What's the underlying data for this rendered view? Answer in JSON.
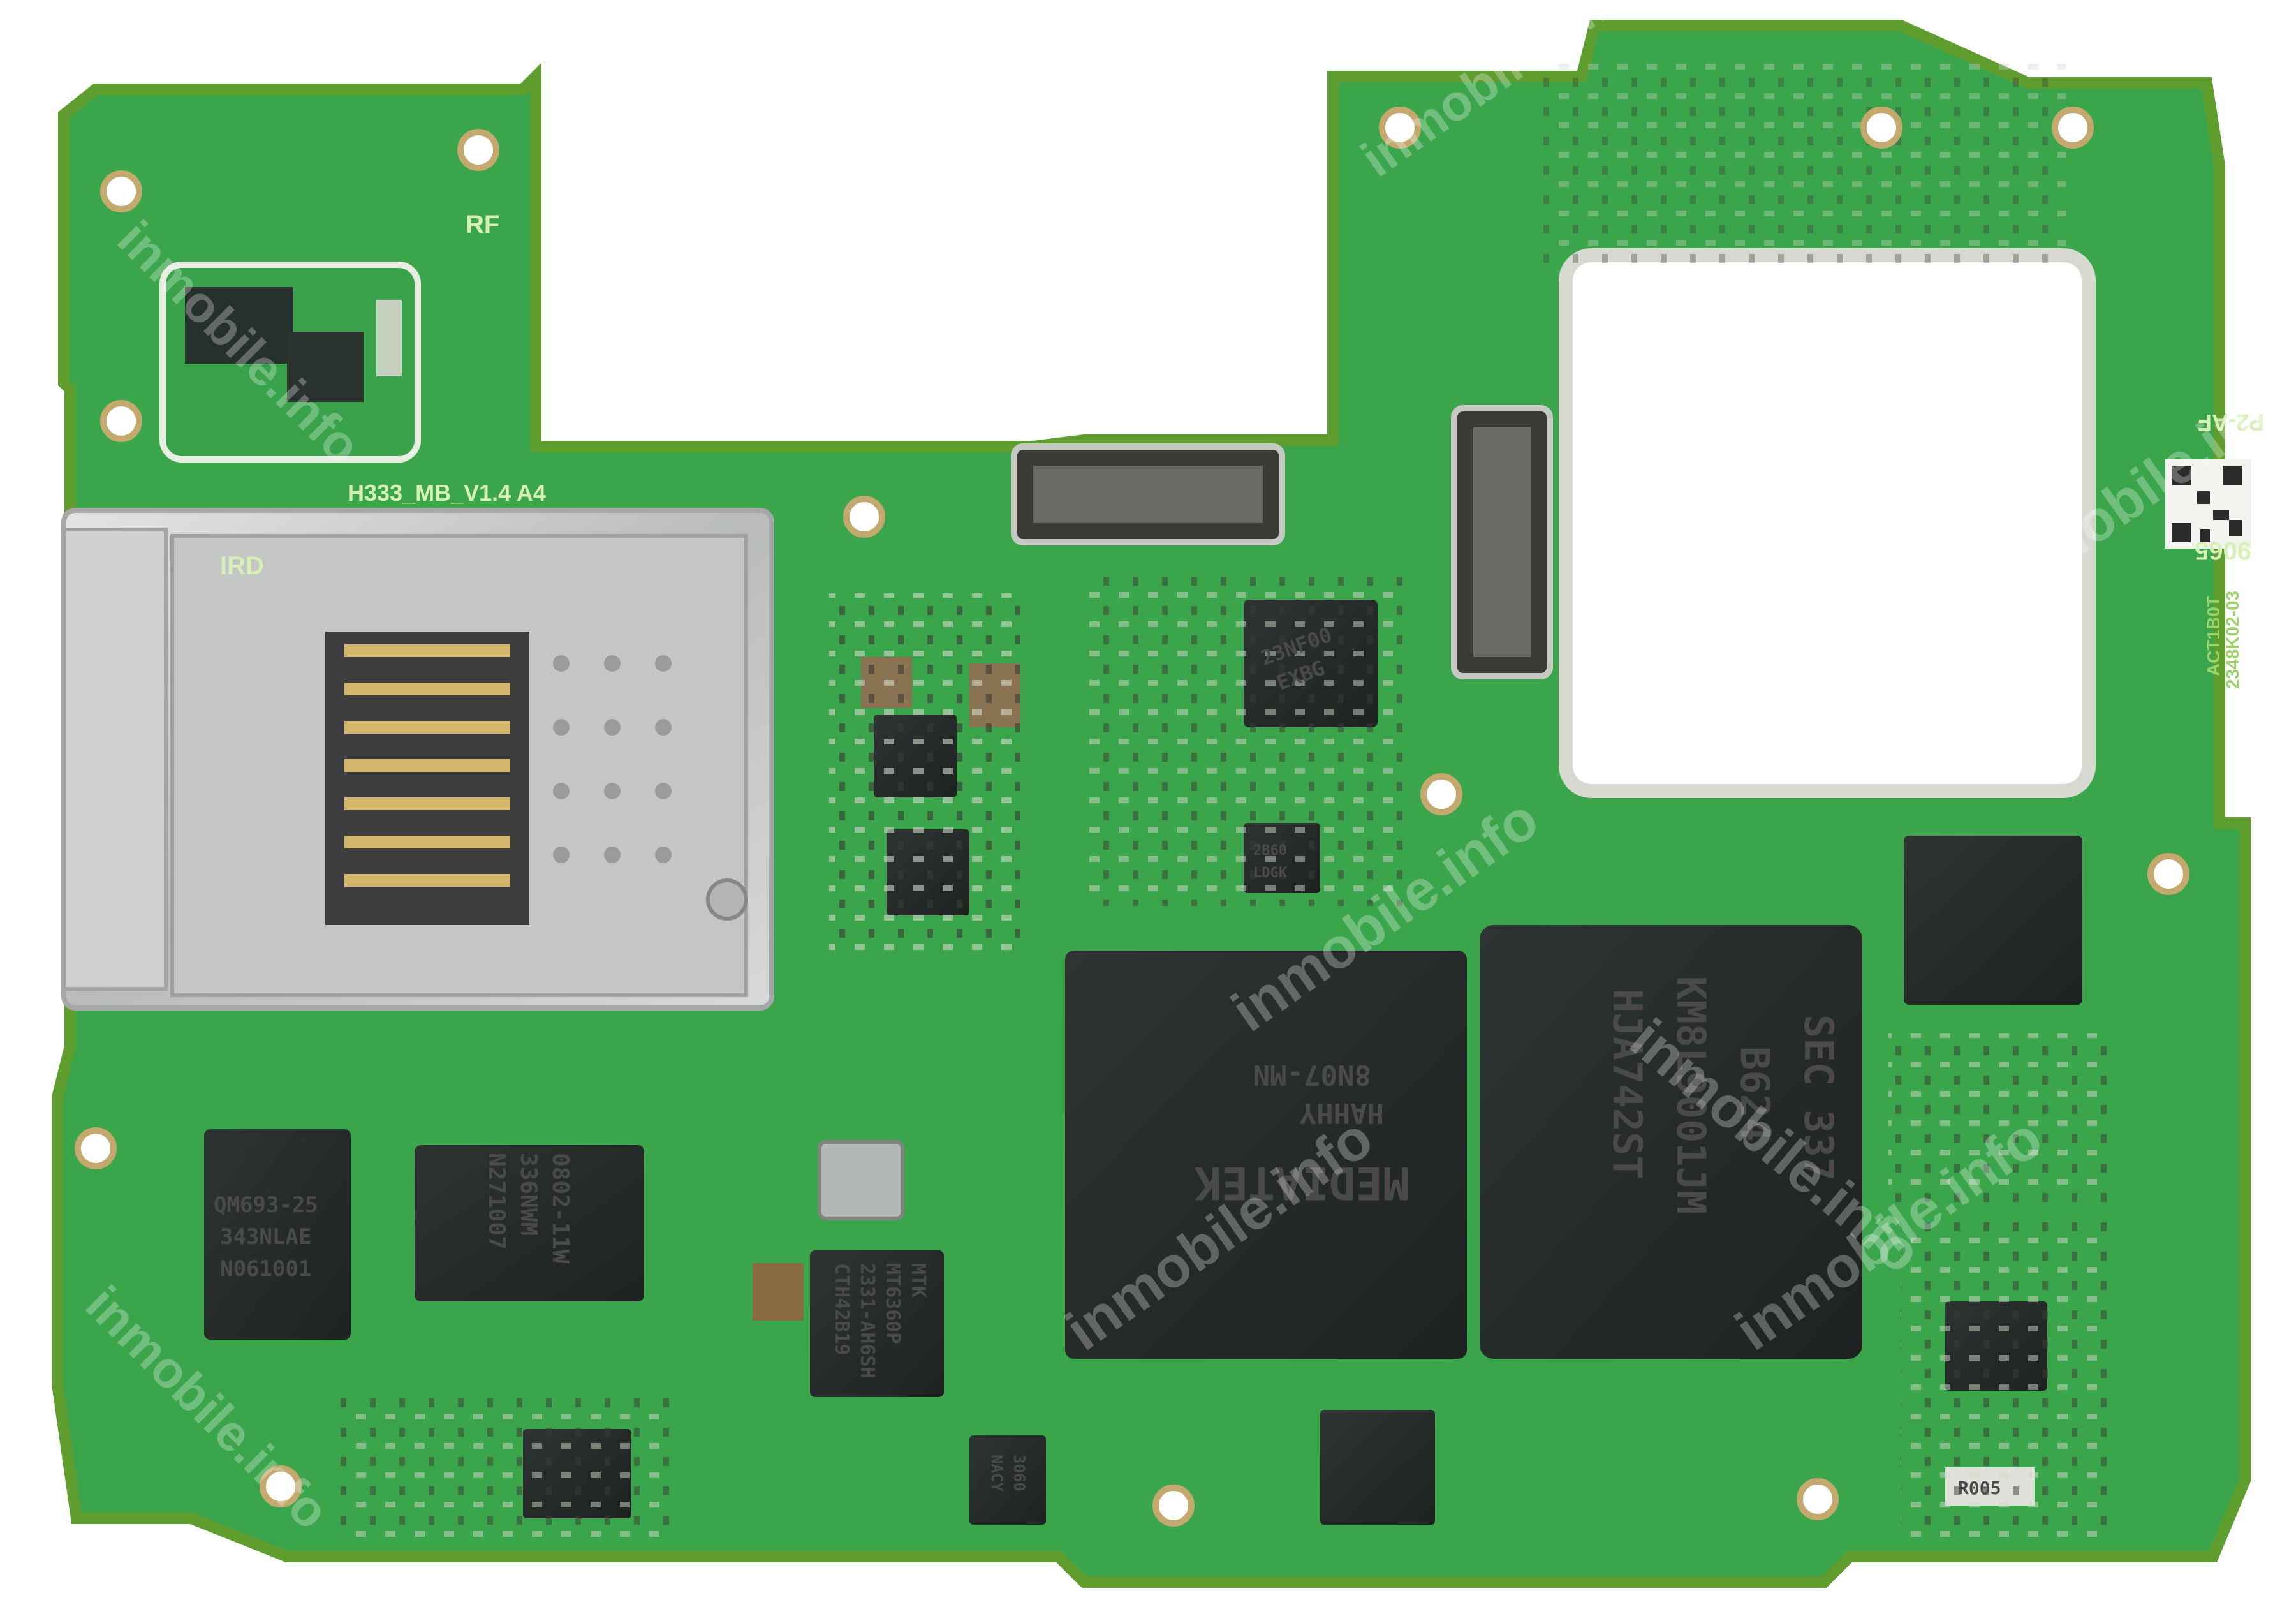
{
  "board": {
    "model_label": "H333_MB_V1.4 A4",
    "rf_label": "RF",
    "sim_tray_label": "IRD",
    "p2_label": "P2-AF",
    "code_label": "9065",
    "edge_label": "ACT1B0T",
    "edge_label_2": "2348K02-03"
  },
  "chips": {
    "soc_lines": [
      "MEDIATEK",
      "HAHHY",
      "8N07-MN"
    ],
    "memory_lines": [
      "SEC 337",
      "B624",
      "KM8L9001JM",
      "HJA742ST"
    ],
    "pmic_lines": [
      "MTK",
      "MT6360P",
      "2331-AH6SH",
      "CTH42B19"
    ],
    "rf_chip_1_lines": [
      "QM693-25",
      "343NLAE",
      "N061001"
    ],
    "rf_chip_2_lines": [
      "0802-11W",
      "336NWM",
      "N271007"
    ],
    "top_chip_lines": [
      "23NF00",
      "EXBG"
    ],
    "small_chip_lines": [
      "2B60",
      "LDGK"
    ],
    "chip_bottom_left_lines": [
      "3060",
      "NACY"
    ],
    "resistor_label": "R005"
  },
  "watermark": "inmobile.info",
  "colors": {
    "pcb": "#35a64a",
    "pcb_light": "#45c05a",
    "edge": "#4d8f2a",
    "chip": "#262b2a",
    "shield": "#c7c9c8"
  }
}
